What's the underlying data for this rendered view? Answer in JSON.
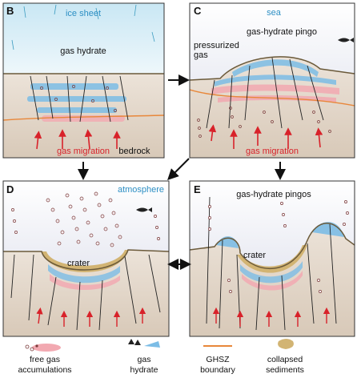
{
  "panels": {
    "B": {
      "letter": "B",
      "top_label": "ice sheet",
      "hydrate": "gas hydrate",
      "migration": "gas migration",
      "rock": "bedrock"
    },
    "C": {
      "letter": "C",
      "top_label": "sea",
      "pingo": "gas-hydrate pingo",
      "pressurized": "pressurized",
      "gas_word": "gas",
      "migration": "gas migration"
    },
    "D": {
      "letter": "D",
      "top_label": "atmosphere",
      "crater": "crater"
    },
    "E": {
      "letter": "E",
      "pingos": "gas-hydrate pingos",
      "crater": "crater"
    }
  },
  "legend": {
    "free_gas": [
      "free gas",
      "accumulations"
    ],
    "gas_hydrate": [
      "gas",
      "hydrate"
    ],
    "ghsz": [
      "GHSZ",
      "boundary"
    ],
    "collapsed": [
      "collapsed",
      "sediments"
    ]
  },
  "colors": {
    "ice": "#d9eef7",
    "sea": "#e9ecf4",
    "sediment": "#e3d8cc",
    "hydrate": "#5aa9dc",
    "free_gas": "#f2a9b1",
    "ghsz": "#e8873a",
    "collapsed": "#d2b473",
    "arrow": "#d8222a"
  }
}
